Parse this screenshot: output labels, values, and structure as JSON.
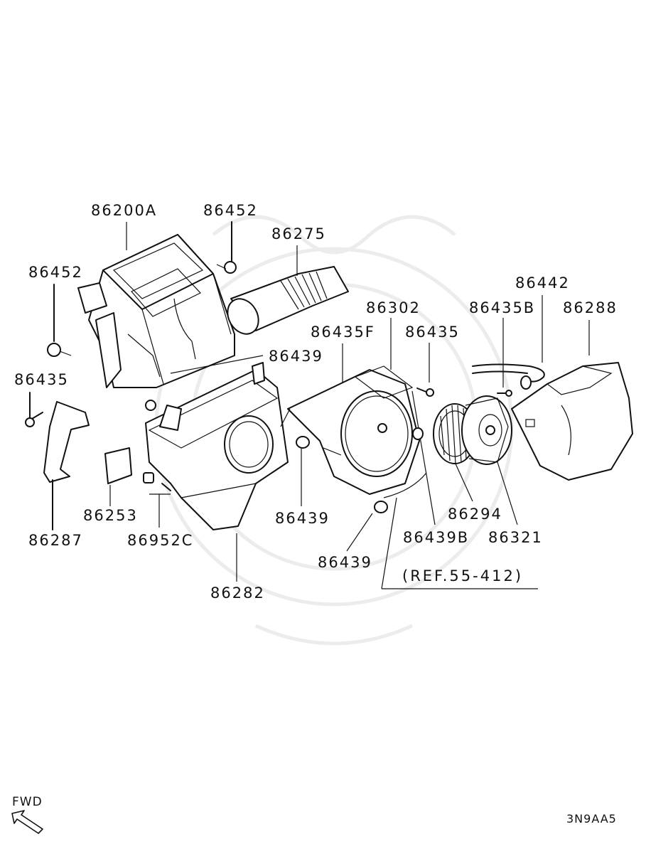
{
  "part_labels": {
    "p86200A": "86200A",
    "p86452_top": "86452",
    "p86275": "86275",
    "p86452_left": "86452",
    "p86435_left": "86435",
    "p86439_top": "86439",
    "p86302": "86302",
    "p86435F": "86435F",
    "p86435_mid": "86435",
    "p86442": "86442",
    "p86435B": "86435B",
    "p86288": "86288",
    "p86253": "86253",
    "p86287": "86287",
    "p86952C": "86952C",
    "p86282": "86282",
    "p86439_mid": "86439",
    "p86439_bottom": "86439",
    "p86439B": "86439B",
    "p86294": "86294",
    "p86321": "86321"
  },
  "reference": "(REF.55-412)",
  "fwd_label": "FWD",
  "diagram_code": "3N9AA5",
  "colors": {
    "line": "#111111",
    "watermark": "#ececec",
    "background": "#ffffff"
  },
  "icons": {
    "fwd": "fwd-arrow-icon"
  }
}
